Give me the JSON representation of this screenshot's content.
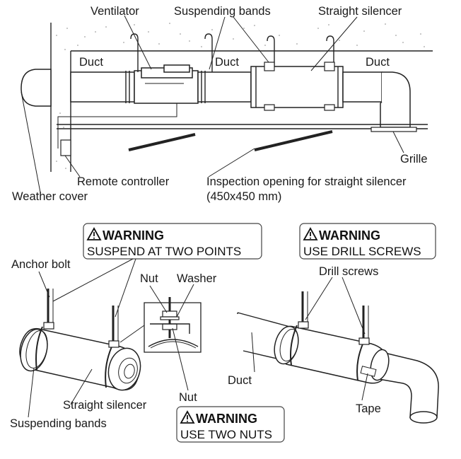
{
  "top_labels": {
    "ventilator": "Ventilator",
    "suspending_bands": "Suspending bands",
    "straight_silencer": "Straight silencer",
    "duct_left": "Duct",
    "duct_middle": "Duct",
    "duct_right": "Duct",
    "grille": "Grille",
    "remote_controller": "Remote controller",
    "weather_cover": "Weather cover",
    "inspection_line1": "Inspection opening for straight silencer",
    "inspection_line2": "(450x450 mm)"
  },
  "bottom_left": {
    "anchor_bolt": "Anchor bolt",
    "nut_top": "Nut",
    "washer": "Washer",
    "nut_bottom": "Nut",
    "straight_silencer": "Straight silencer",
    "suspending_bands": "Suspending bands"
  },
  "bottom_right": {
    "drill_screws": "Drill screws",
    "duct": "Duct",
    "tape": "Tape"
  },
  "warnings": [
    {
      "title": "WARNING",
      "text": "SUSPEND AT TWO POINTS"
    },
    {
      "title": "WARNING",
      "text": "USE DRILL SCREWS"
    },
    {
      "title": "WARNING",
      "text": "USE TWO NUTS"
    }
  ],
  "icons": {
    "warning": "warning-triangle-icon"
  }
}
